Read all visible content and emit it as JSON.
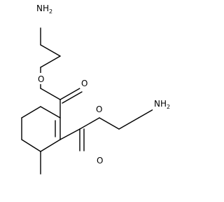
{
  "atoms": {
    "amine_top": {
      "element": "NH",
      "subscript": "2"
    },
    "ester_o_single_top": {
      "element": "O"
    },
    "ester_o_double_top": {
      "element": "O"
    },
    "amine_right": {
      "element": "NH",
      "subscript": "2"
    },
    "ester_o_single_right": {
      "element": "O"
    },
    "ester_o_double_right": {
      "element": "O"
    }
  }
}
